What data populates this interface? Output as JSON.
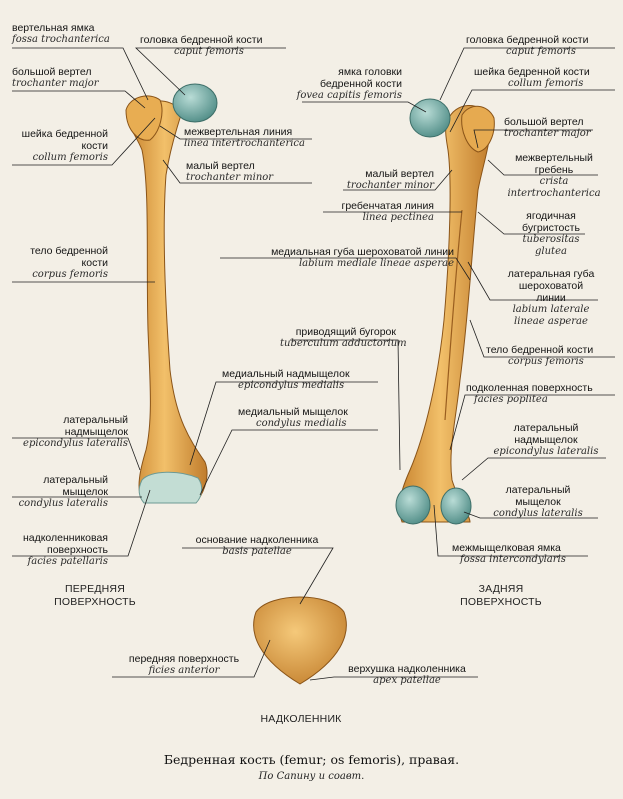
{
  "labels": {
    "a1": {
      "ru": "вертельная ямка",
      "la": "fossa trochanterica"
    },
    "a2": {
      "ru": "головка бедренной кости",
      "la": "caput femoris"
    },
    "a3": {
      "ru": "большой вертел",
      "la": "trochanter major"
    },
    "a4": {
      "ru1": "шейка бедренной",
      "ru2": "кости",
      "la": "collum femoris"
    },
    "a5": {
      "ru": "межвертельная линия",
      "la": "linea intertrochanterica"
    },
    "a6": {
      "ru": "малый вертел",
      "la": "trochanter minor"
    },
    "a7": {
      "ru1": "тело бедренной",
      "ru2": "кости",
      "la": "corpus femoris"
    },
    "a8": {
      "ru": "медиальный надмыщелок",
      "la": "epicondylus medialis"
    },
    "a9": {
      "ru": "медиальный мыщелок",
      "la": "condylus medialis"
    },
    "a10": {
      "ru1": "латеральный",
      "ru2": "надмыщелок",
      "la": "epicondylus lateralis"
    },
    "a11": {
      "ru1": "латеральный",
      "ru2": "мыщелок",
      "la": "condylus lateralis"
    },
    "a12": {
      "ru1": "надколенниковая",
      "ru2": "поверхность",
      "la": "facies patellaris"
    },
    "b1": {
      "ru": "головка бедренной кости",
      "la": "caput femoris"
    },
    "b2": {
      "ru1": "ямка головки",
      "ru2": "бедренной кости",
      "la": "fovea capitis femoris"
    },
    "b3": {
      "ru": "шейка бедренной кости",
      "la": "collum femoris"
    },
    "b4": {
      "ru": "большой вертел",
      "la": "trochanter major"
    },
    "b5": {
      "ru1": "межвертельный",
      "ru2": "гребень",
      "la1": "crista",
      "la2": "intertrochanterica"
    },
    "b6": {
      "ru": "малый вертел",
      "la": "trochanter minor"
    },
    "b7": {
      "ru": "гребенчатая линия",
      "la": "linea pectinea"
    },
    "b8": {
      "ru1": "ягодичная",
      "ru2": "бугристость",
      "la1": "tuberositas",
      "la2": "glutea"
    },
    "b9": {
      "ru": "медиальная губа шероховатой линии",
      "la": "labium mediale lineae asperae"
    },
    "b10": {
      "ru1": "латеральная губа",
      "ru2": "шероховатой",
      "ru3": "линии",
      "la1": "labium laterale",
      "la2": "lineae asperae"
    },
    "b11": {
      "ru": "приводящий бугорок",
      "la": "tuberculum adductorium"
    },
    "b12": {
      "ru": "тело бедренной кости",
      "la": "corpus femoris"
    },
    "b13": {
      "ru": "подколенная поверхность",
      "la": "facies poplitea"
    },
    "b14": {
      "ru1": "латеральный",
      "ru2": "надмыщелок",
      "la": "epicondylus lateralis"
    },
    "b15": {
      "ru1": "латеральный",
      "ru2": "мыщелок",
      "la": "condylus lateralis"
    },
    "b16": {
      "ru": "межмыщелковая ямка",
      "la": "fossa intercondylaris"
    },
    "p1": {
      "ru": "основание надколенника",
      "la": "basis patellae"
    },
    "p2": {
      "ru": "передняя поверхность",
      "la": "ficies anterior"
    },
    "p3": {
      "ru": "верхушка надколенника",
      "la": "apex patellae"
    }
  },
  "views": {
    "front1": "ПЕРЕДНЯЯ",
    "front2": "ПОВЕРХНОСТЬ",
    "back1": "ЗАДНЯЯ",
    "back2": "ПОВЕРХНОСТЬ",
    "patella": "НАДКОЛЕННИК"
  },
  "caption": "Бедренная кость (femur; os femoris), правая.",
  "credit": "По Сапину и соавт.",
  "colors": {
    "bone": "#e2a445",
    "bone_dark": "#b9752a",
    "cartilage": "#6fa6a0",
    "background": "#f3efe6"
  }
}
